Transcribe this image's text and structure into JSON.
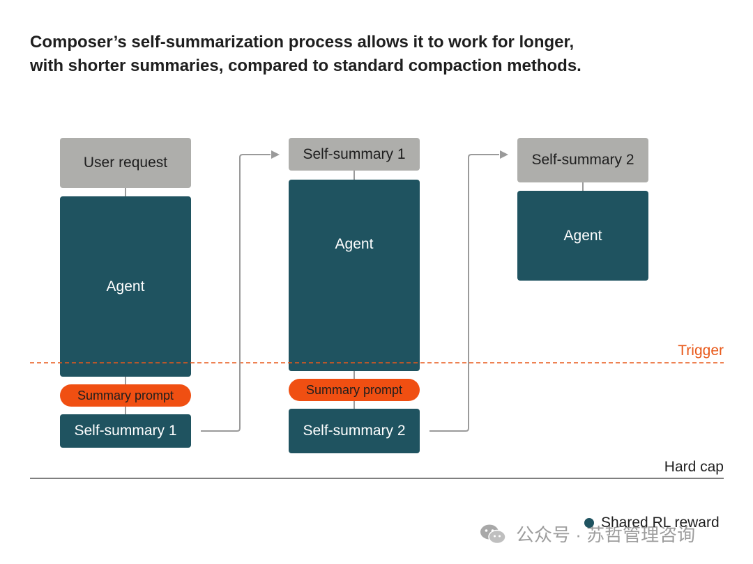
{
  "title": {
    "line1": "Composer’s self-summarization process allows it to work for longer,",
    "line2": "with shorter summaries, compared to standard compaction methods."
  },
  "columns": [
    {
      "header": "User request",
      "agent": "Agent",
      "prompt": "Summary prompt",
      "summary": "Self-summary 1"
    },
    {
      "header": "Self-summary 1",
      "agent": "Agent",
      "prompt": "Summary prompt",
      "summary": "Self-summary 2"
    },
    {
      "header": "Self-summary 2",
      "agent": "Agent"
    }
  ],
  "thresholds": {
    "trigger": "Trigger",
    "hard_cap": "Hard cap"
  },
  "legend": {
    "label": "Shared RL reward"
  },
  "watermark": {
    "text": "公众号 · 苏哲管理咨询"
  },
  "colors": {
    "teal": "#1f5360",
    "gray": "#aeaeab",
    "orange": "#f04f12",
    "trigger": "#e8591a"
  }
}
